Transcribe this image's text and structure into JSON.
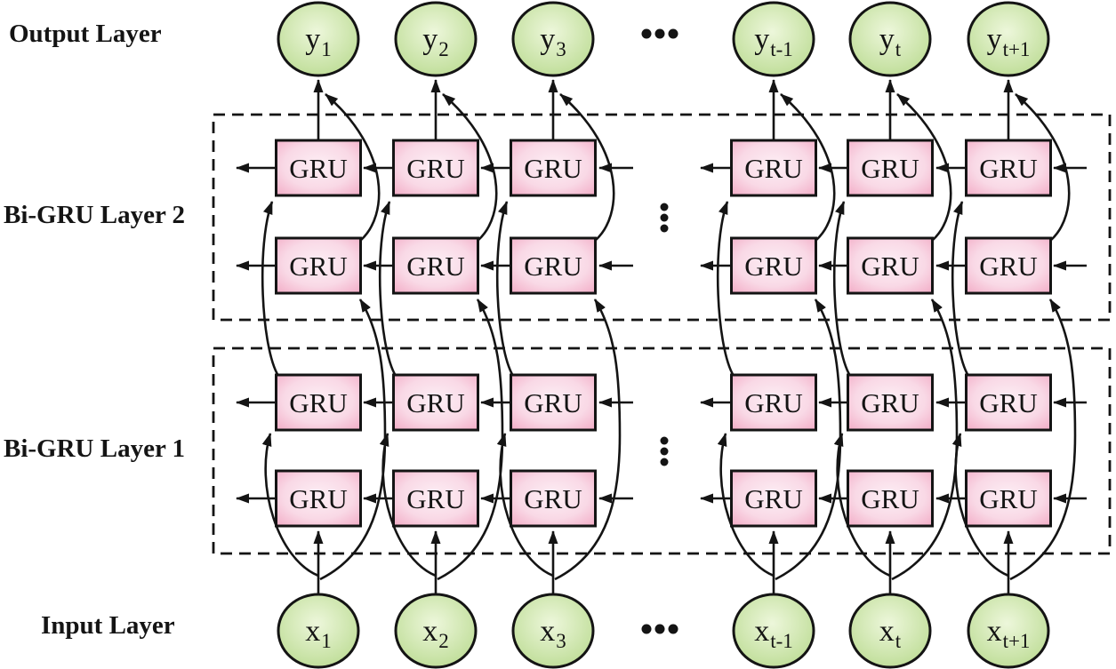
{
  "diagram": {
    "side_labels": {
      "output": "Output Layer",
      "layer2": "Bi-GRU Layer 2",
      "layer1": "Bi-GRU Layer 1",
      "input": "Input Layer"
    },
    "gru_box_label": "GRU",
    "output_node_symbol": "y",
    "input_node_symbol": "x",
    "time_subscripts": [
      "1",
      "2",
      "3",
      "t-1",
      "t",
      "t+1"
    ],
    "ellipsis": {
      "horizontal": "...",
      "vertical": "⋮"
    },
    "colors": {
      "stroke": "#141414",
      "gru_fill_edge": "#f2a9c4",
      "gru_fill_mid": "#f9d9e6",
      "gru_fill_center": "#fdeff5",
      "node_fill_edge": "#b2d685",
      "node_fill_center": "#edf7db",
      "background": "#ffffff"
    }
  }
}
